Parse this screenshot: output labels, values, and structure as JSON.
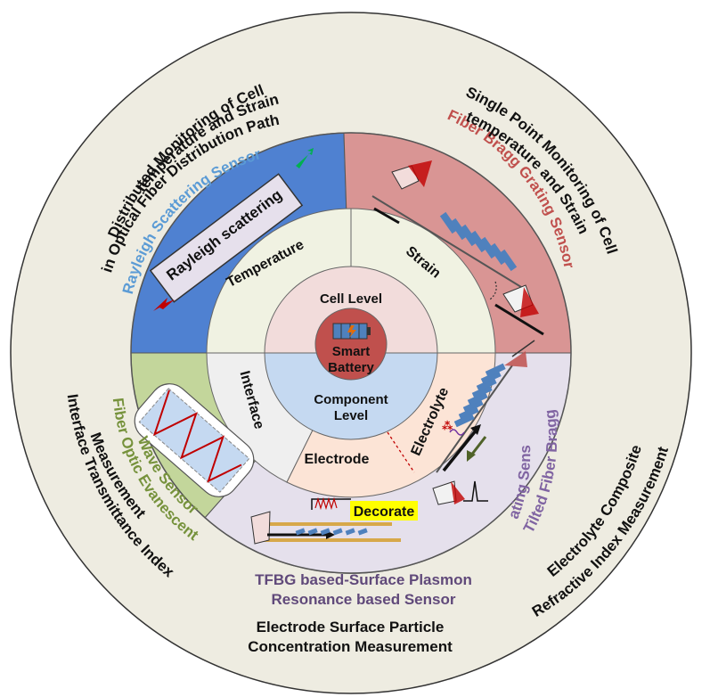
{
  "center": {
    "title_line1": "Smart",
    "title_line2": "Battery"
  },
  "levels": {
    "cell": "Cell Level",
    "component_line1": "Component",
    "component_line2": "Level"
  },
  "parameters": {
    "temperature": "Temperature",
    "strain": "Strain",
    "interface": "Interface",
    "electrode": "Electrode",
    "electrolyte": "Electrolyte"
  },
  "sensors": {
    "rayleigh": "Rayleigh Scattering Sensor",
    "fbg": "Fiber Bragg Grating Sensor",
    "evanescent_line1": "Fiber Optic Evanescent",
    "evanescent_line2": "Wave Sensor",
    "tfbg_line1": "Tilted Fiber Bragg",
    "tfbg_line2": "Grating Sensor",
    "spr_line1": "TFBG based-Surface Plasmon",
    "spr_line2": "Resonance based Sensor"
  },
  "measurements": {
    "distributed_line1": "Distributed Monitoring of Cell",
    "distributed_line2": "temperature and Strain",
    "distributed_line3": "in Optical Fiber Distribution Path",
    "single_line1": "Single Point Monitoring of Cell",
    "single_line2": "temperature and Strain",
    "interface_line1": "Interface Transmittance Index",
    "interface_line2": "Measurement",
    "electrolyte_line1": "Electrolyte Composite",
    "electrolyte_line2": "Refractive Index Measurement",
    "electrode_line1": "Electrode Surface Particle",
    "electrode_line2": "Concentration Measurement"
  },
  "labels": {
    "rayleigh_box": "Rayleigh scattering",
    "decorate": "Decorate"
  },
  "colors": {
    "outer_ring": "#eeece1",
    "rayleigh_sector": "#4f81d1",
    "fbg_sector": "#d99594",
    "evanescent_sector": "#c3d69b",
    "tfbg_sector": "#e5e0ec",
    "middle_ring": "#f0f2e2",
    "interface_sector": "#efefef",
    "electrode_sector": "#fce4d6",
    "cell_level": "#f2dcdb",
    "component_level": "#c5d9f1",
    "core": "#c0504d",
    "rayleigh_text": "#5b9bd5",
    "fbg_text": "#c0504d",
    "evanescent_text": "#76923c",
    "tfbg_text": "#8064a2",
    "spr_text": "#60497a",
    "decorate_bg": "#ffff00"
  }
}
